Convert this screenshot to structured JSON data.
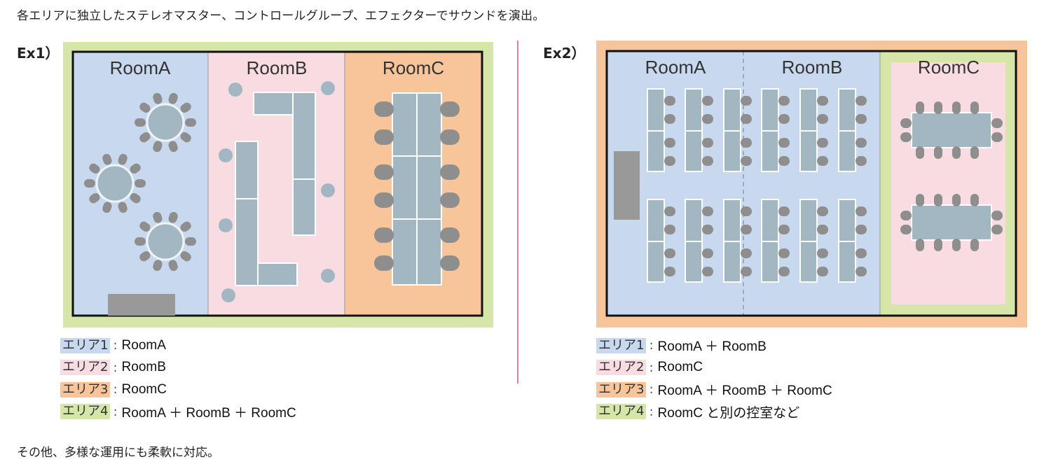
{
  "intro_text": "各エリアに独立したステレオマスター、コントロールグループ、エフェクターでサウンドを演出。",
  "outro_text": "その他、多様な運用にも柔軟に対応。",
  "colors": {
    "area1": "#c8d8ee",
    "area2": "#f8dce2",
    "area3": "#f8c49a",
    "area4": "#d6e6a8",
    "furniture": "#a3b7c2",
    "chair": "#8e8e8e",
    "divider": "#e0809a"
  },
  "ex1": {
    "label": "Ex1）",
    "rooms": [
      "RoomA",
      "RoomB",
      "RoomC"
    ],
    "legend": [
      {
        "tag": "エリア1",
        "desc": "RoomA",
        "color": "#c8d8ee"
      },
      {
        "tag": "エリア2",
        "desc": "RoomB",
        "color": "#f8dce2"
      },
      {
        "tag": "エリア3",
        "desc": "RoomC",
        "color": "#f8c49a"
      },
      {
        "tag": "エリア4",
        "desc": "RoomA ＋ RoomB ＋ RoomC",
        "color": "#d6e6a8"
      }
    ]
  },
  "ex2": {
    "label": "Ex2）",
    "rooms": [
      "RoomA",
      "RoomB",
      "RoomC"
    ],
    "legend": [
      {
        "tag": "エリア1",
        "desc": "RoomA ＋ RoomB",
        "color": "#c8d8ee"
      },
      {
        "tag": "エリア2",
        "desc": "RoomC",
        "color": "#f8dce2"
      },
      {
        "tag": "エリア3",
        "desc": "RoomA ＋ RoomB ＋ RoomC",
        "color": "#f8c49a"
      },
      {
        "tag": "エリア4",
        "desc": "RoomC と別の控室など",
        "color": "#d6e6a8"
      }
    ]
  }
}
